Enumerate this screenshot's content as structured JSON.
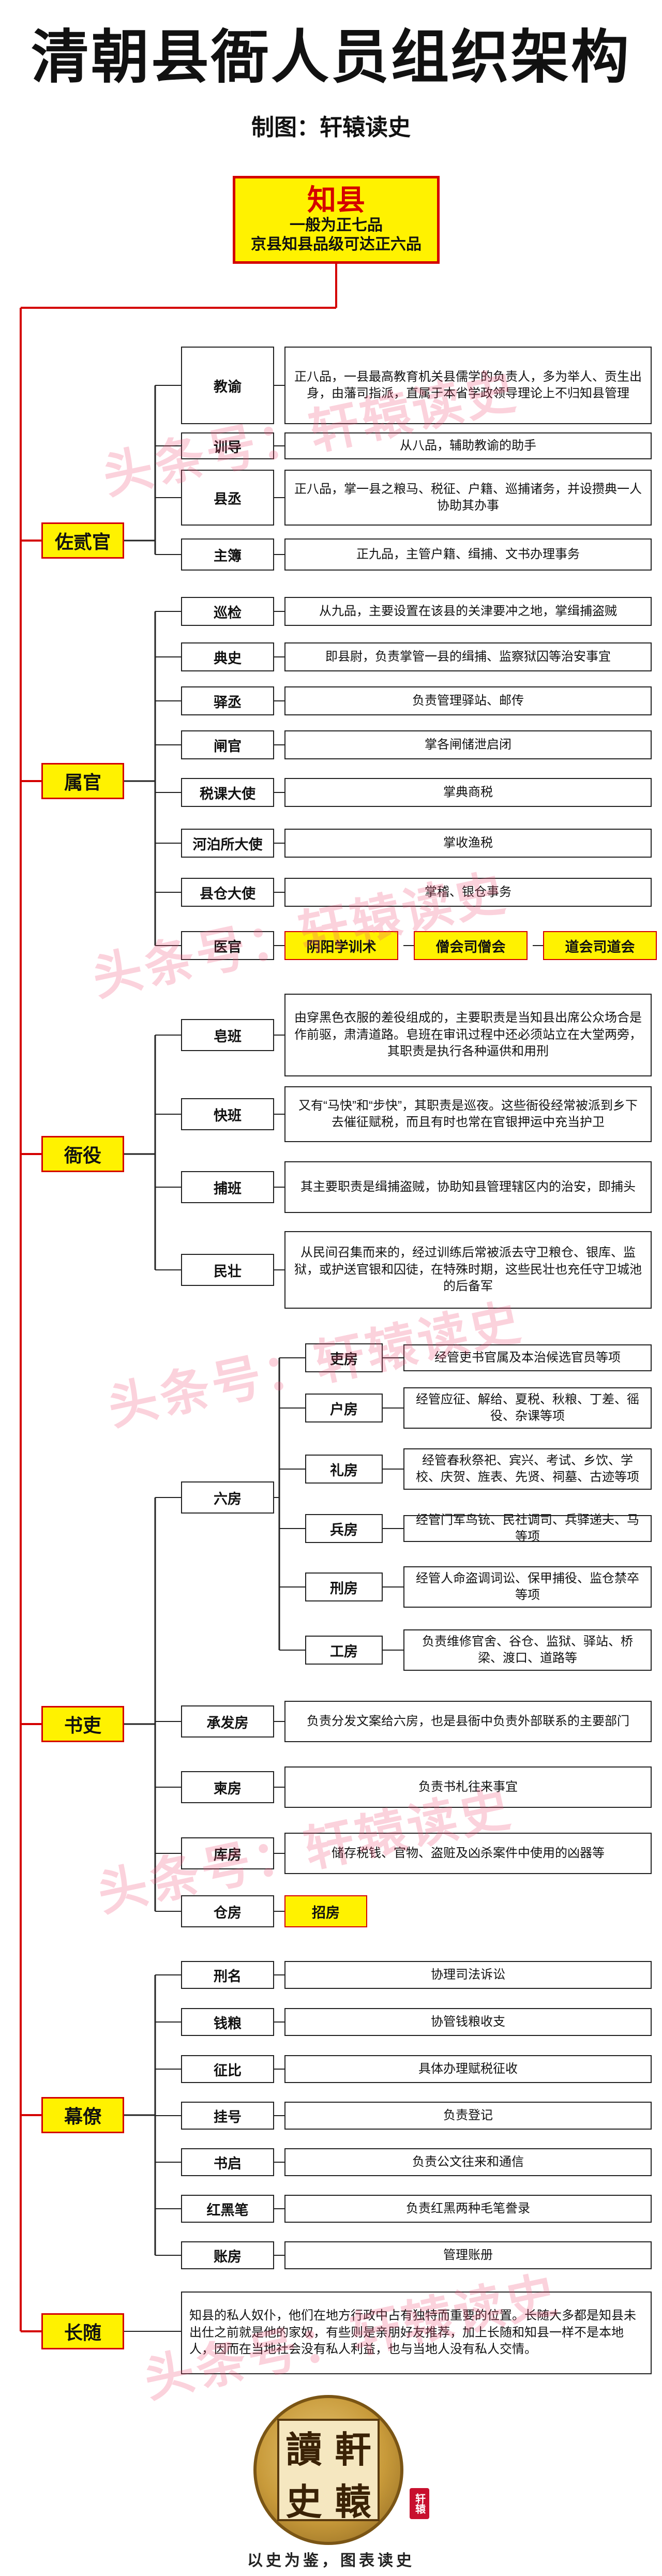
{
  "title": "清朝县衙人员组织架构",
  "subtitle": "制图：轩辕读史",
  "root": {
    "title": "知县",
    "lines": [
      "一般为正七品",
      "京县知县品级可达正六品"
    ]
  },
  "categories": [
    {
      "name": "佐贰官",
      "items": [
        {
          "name": "教谕",
          "desc": "正八品，一县最高教育机关县儒学的负责人，多为举人、贡生出身，由藩司指派，直属于本省学政领导理论上不归知县管理"
        },
        {
          "name": "训导",
          "desc": "从八品，辅助教谕的助手"
        },
        {
          "name": "县丞",
          "desc": "正八品，掌一县之粮马、税征、户籍、巡捕诸务，并设攒典一人协助其办事"
        },
        {
          "name": "主簿",
          "desc": "正九品，主管户籍、缉捕、文书办理事务"
        }
      ]
    },
    {
      "name": "属官",
      "items": [
        {
          "name": "巡检",
          "desc": "从九品，主要设置在该县的关津要冲之地，掌缉捕盗贼"
        },
        {
          "name": "典史",
          "desc": "即县尉，负责掌管一县的缉捕、监察狱囚等治安事宜"
        },
        {
          "name": "驿丞",
          "desc": "负责管理驿站、邮传"
        },
        {
          "name": "闸官",
          "desc": "掌各闸储泄启闭"
        },
        {
          "name": "税课大使",
          "desc": "掌典商税"
        },
        {
          "name": "河泊所大使",
          "desc": "掌收渔税"
        },
        {
          "name": "县仓大使",
          "desc": "掌稽、银仓事务"
        },
        {
          "name": "医官",
          "extras": [
            "阴阳学训术",
            "僧会司僧会",
            "道会司道会"
          ]
        }
      ]
    },
    {
      "name": "衙役",
      "items": [
        {
          "name": "皂班",
          "desc": "由穿黑色衣服的差役组成的，主要职责是当知县出席公众场合是作前驱，肃清道路。皂班在审讯过程中还必须站立在大堂两旁，其职责是执行各种逼供和用刑"
        },
        {
          "name": "快班",
          "desc": "又有“马快”和“步快”，其职责是巡夜。这些衙役经常被派到乡下去催征赋税，而且有时也常在官银押运中充当护卫"
        },
        {
          "name": "捕班",
          "desc": "其主要职责是缉捕盗贼，协助知县管理辖区内的治安，即捕头"
        },
        {
          "name": "民壮",
          "desc": "从民间召集而来的，经过训练后常被派去守卫粮仓、银库、监狱，或护送官银和囚徒，在特殊时期，这些民壮也充任守卫城池的后备军"
        }
      ]
    },
    {
      "name": "书吏",
      "items": [
        {
          "name": "六房",
          "subs": [
            {
              "name": "吏房",
              "desc": "经管吏书官属及本治候选官员等项"
            },
            {
              "name": "户房",
              "desc": "经管应征、解给、夏税、秋粮、丁差、徭役、杂课等项"
            },
            {
              "name": "礼房",
              "desc": "经管春秋祭祀、宾兴、考试、乡饮、学校、庆贺、旌表、先贤、祠墓、古迹等项"
            },
            {
              "name": "兵房",
              "desc": "经管门军鸟铳、民社调司、兵驿递夫、马等项"
            },
            {
              "name": "刑房",
              "desc": "经管人命盗调词讼、保甲捕役、监仓禁卒等项"
            },
            {
              "name": "工房",
              "desc": "负责维修官舍、谷仓、监狱、驿站、桥梁、渡口、道路等"
            }
          ]
        },
        {
          "name": "承发房",
          "desc": "负责分发文案给六房，也是县衙中负责外部联系的主要部门"
        },
        {
          "name": "柬房",
          "desc": "负责书札往来事宜"
        },
        {
          "name": "库房",
          "desc": "储存税钱、官物、盗赃及凶杀案件中使用的凶器等"
        },
        {
          "name": "仓房",
          "extras": [
            "招房"
          ]
        }
      ]
    },
    {
      "name": "幕僚",
      "items": [
        {
          "name": "刑名",
          "desc": "协理司法诉讼"
        },
        {
          "name": "钱粮",
          "desc": "协管钱粮收支"
        },
        {
          "name": "征比",
          "desc": "具体办理赋税征收"
        },
        {
          "name": "挂号",
          "desc": "负责登记"
        },
        {
          "name": "书启",
          "desc": "负责公文往来和通信"
        },
        {
          "name": "红黑笔",
          "desc": "负责红黑两种毛笔誊录"
        },
        {
          "name": "账房",
          "desc": "管理账册"
        }
      ]
    },
    {
      "name": "长随",
      "desc": "知县的私人奴仆，他们在地方行政中占有独特而重要的位置。长随大多都是知县未出仕之前就是他的家奴，有些则是亲朋好友推荐，加上长随和知县一样不是本地人，因而在当地社会没有私人利益，也与当地人没有私人交情。"
    }
  ],
  "watermarks": [
    "头条号：轩辕读史",
    "头条号：轩辕读史",
    "头条号：轩辕读史",
    "头条号：轩辕读史",
    "头条号：轩辕读史"
  ],
  "seal": {
    "chars": [
      "讀",
      "軒",
      "史",
      "轅"
    ],
    "stamp": "轩辕"
  },
  "footer": "以史为鉴，图表读史",
  "colors": {
    "accent": "#d40000",
    "highlight": "#fff200"
  }
}
